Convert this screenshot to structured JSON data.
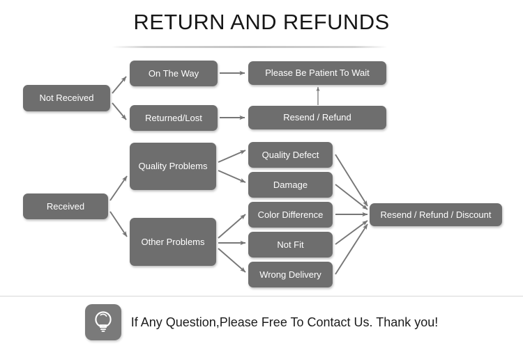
{
  "header": {
    "title": "RETURN AND REFUNDS"
  },
  "flowchart": {
    "nodes": [
      {
        "id": "not-received",
        "label": "Not Received"
      },
      {
        "id": "on-the-way",
        "label": "On The Way"
      },
      {
        "id": "returned-lost",
        "label": "Returned/Lost"
      },
      {
        "id": "please-wait",
        "label": "Please Be Patient To Wait"
      },
      {
        "id": "resend-refund",
        "label": "Resend / Refund"
      },
      {
        "id": "received",
        "label": "Received"
      },
      {
        "id": "quality-problems",
        "label": "Quality Problems"
      },
      {
        "id": "other-problems",
        "label": "Other Problems"
      },
      {
        "id": "quality-defect",
        "label": "Quality Defect"
      },
      {
        "id": "damage",
        "label": "Damage"
      },
      {
        "id": "color-difference",
        "label": "Color Difference"
      },
      {
        "id": "not-fit",
        "label": "Not Fit"
      },
      {
        "id": "wrong-delivery",
        "label": "Wrong Delivery"
      },
      {
        "id": "resend-refund-discount",
        "label": "Resend / Refund / Discount"
      }
    ]
  },
  "footer": {
    "icon": "lightbulb-icon",
    "message": "If Any Question,Please Free To Contact Us. Thank you!"
  },
  "colors": {
    "node_fill": "#6e6e6e",
    "node_text": "#ffffff",
    "arrow": "#767676",
    "title_text": "#161616",
    "background": "#ffffff",
    "footer_rule": "#d8d8d8"
  }
}
